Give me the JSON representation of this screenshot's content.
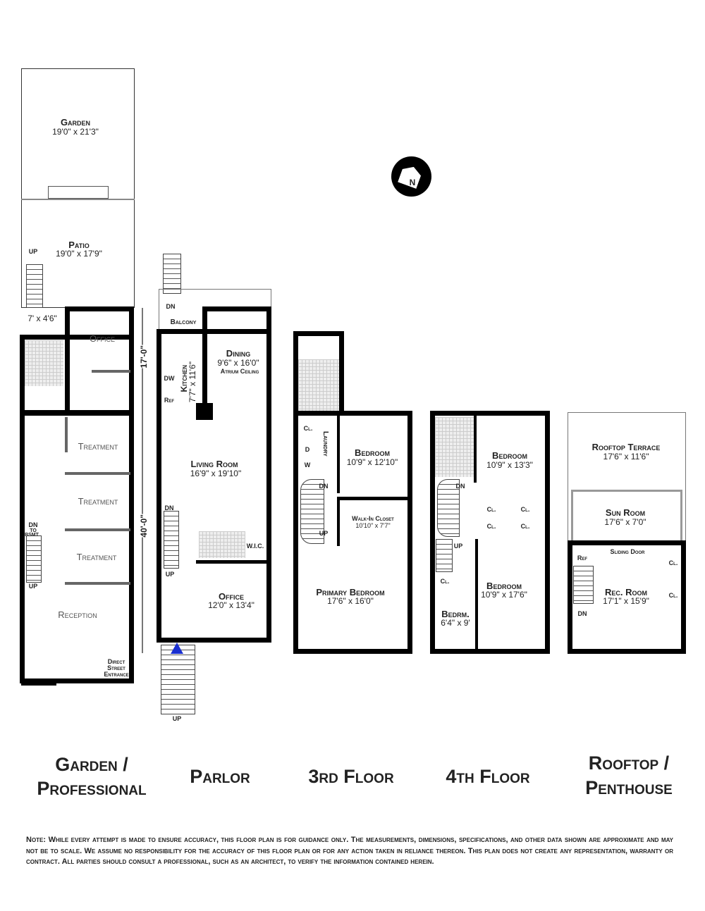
{
  "garden_floor": {
    "garden": {
      "name": "Garden",
      "dims": "19'0\" x 21'3\""
    },
    "patio": {
      "name": "Patio",
      "dims": "19'0\" x 17'9\"",
      "up": "UP"
    },
    "small_area": "7' x 4'6\"",
    "office": "Office",
    "treatments": [
      "Treatment",
      "Treatment",
      "Treatment"
    ],
    "stairs": {
      "dn": "DN",
      "to": "TO",
      "bsmt": "BSMT",
      "up": "UP"
    },
    "reception": "Reception",
    "entrance": [
      "Direct",
      "Street",
      "Entrance"
    ],
    "dim_upper": "17'-0\"",
    "dim_lower": "40'-0\""
  },
  "parlor": {
    "dn_top": "DN",
    "balcony": "Balcony",
    "dining": {
      "name": "Dining",
      "dims": "9'6\" x 16'0\"",
      "note": "Atrium Ceiling"
    },
    "kitchen": {
      "name": "Kitchen",
      "dims": "7'7\" x 11'6\"",
      "dw": "DW",
      "ref": "Ref"
    },
    "living": {
      "name": "Living Room",
      "dims": "16'9\" x 19'10\""
    },
    "dn": "DN",
    "up": "UP",
    "wic": "W.I.C.",
    "office": {
      "name": "Office",
      "dims": "12'0\" x 13'4\""
    },
    "stoop_up": "UP"
  },
  "third_floor": {
    "cl": "Cl.",
    "d": "D",
    "w": "W",
    "laundry": "Laundry",
    "bedroom": {
      "name": "Bedroom",
      "dims": "10'9\" x 12'10\""
    },
    "walkin": {
      "name": "Walk-In Closet",
      "dims": "10'10\" x 7'7\""
    },
    "dn": "DN",
    "up": "UP",
    "primary": {
      "name": "Primary Bedroom",
      "dims": "17'6\" x 16'0\""
    }
  },
  "fourth_floor": {
    "bedroom1": {
      "name": "Bedroom",
      "dims": "10'9\" x 13'3\""
    },
    "closets": [
      "Cl.",
      "Cl.",
      "Cl.",
      "Cl.",
      "Cl."
    ],
    "dn": "DN",
    "up": "UP",
    "bedroom2": {
      "name": "Bedroom",
      "dims": "10'9\" x 17'6\""
    },
    "bedrm": {
      "name": "Bedrm.",
      "dims": "6'4\" x 9'"
    }
  },
  "rooftop": {
    "terrace": {
      "name": "Rooftop Terrace",
      "dims": "17'6\" x 11'6\""
    },
    "sunroom": {
      "name": "Sun Room",
      "dims": "17'6\" x 7'0\""
    },
    "sliding": "Sliding Door",
    "ref": "Ref",
    "cl": [
      "Cl.",
      "Cl."
    ],
    "rec": {
      "name": "Rec. Room",
      "dims": "17'1\" x 15'9\""
    },
    "dn": "DN"
  },
  "compass": {
    "label": "N"
  },
  "floor_titles": {
    "garden": [
      "Garden /",
      "Professional"
    ],
    "parlor": "Parlor",
    "third": "3rd Floor",
    "fourth": "4th Floor",
    "rooftop": [
      "Rooftop /",
      "Penthouse"
    ]
  },
  "note": "Note: While every attempt is made to ensure accuracy, this floor plan is for guidance only. The measurements, dimensions, specifications, and other data shown are approximate and may not be to scale. We assume no responsibility for the accuracy of this floor plan or for any action taken in reliance thereon. This plan does not create any representation, warranty or contract. All parties should consult a professional, such as an architect, to verify the information contained herein."
}
